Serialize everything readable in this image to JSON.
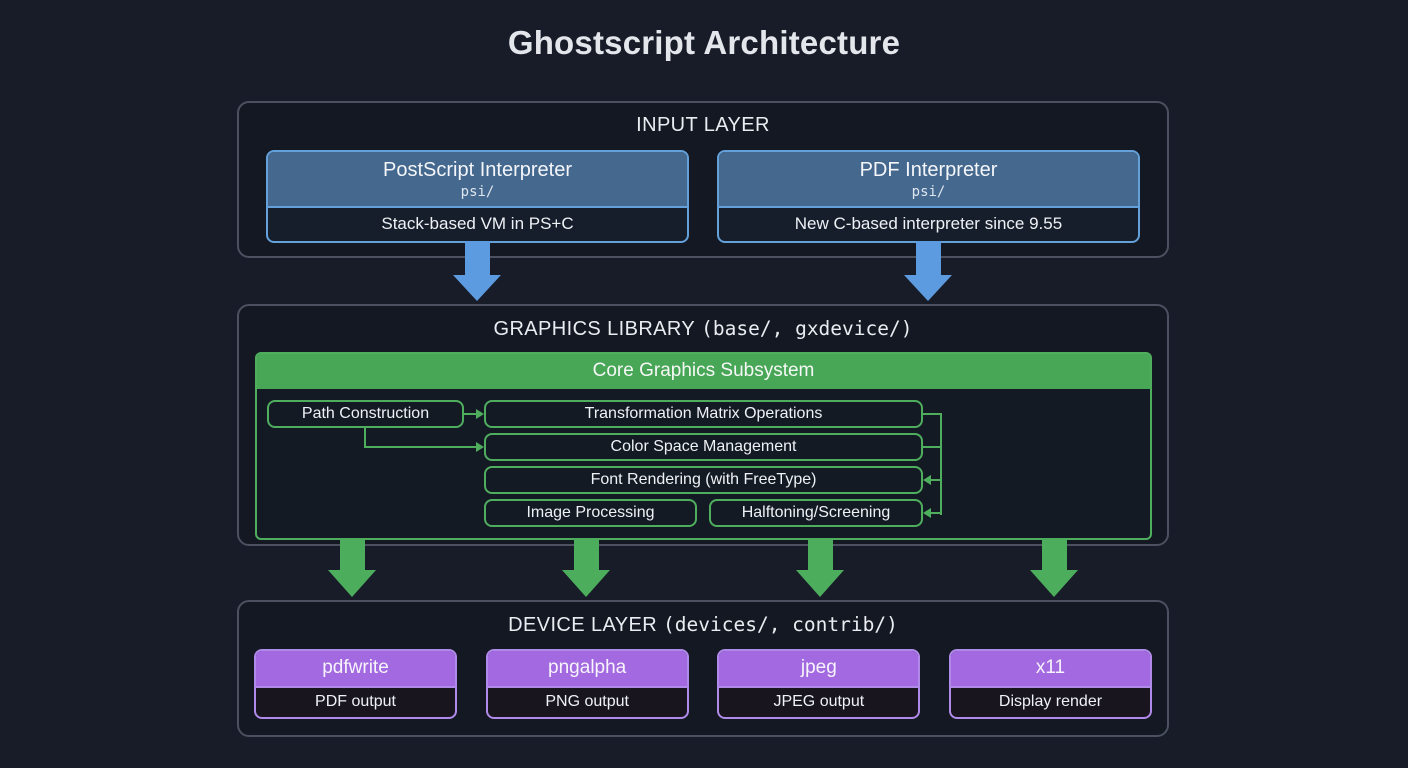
{
  "title": "Ghostscript Architecture",
  "colors": {
    "background": "#181c28",
    "panel_border": "#4b5160",
    "blue_accent": "#5d9be0",
    "blue_box_border": "#64a0da",
    "blue_header": "#45688f",
    "green_accent": "#4fae5e",
    "green_header": "#48a657",
    "green_arrow": "#4cae5c",
    "purple_border": "#b08ae8",
    "purple_header": "#a269e0"
  },
  "input_layer": {
    "title": "INPUT LAYER",
    "boxes": [
      {
        "name": "PostScript Interpreter",
        "path": "psi/",
        "description": "Stack-based VM in PS+C"
      },
      {
        "name": "PDF Interpreter",
        "path": "psi/",
        "description": "New C-based interpreter since 9.55"
      }
    ]
  },
  "graphics_layer": {
    "title": "GRAPHICS LIBRARY",
    "title_paths": "(base/, gxdevice/)",
    "subsystem": {
      "title": "Core Graphics Subsystem",
      "components": [
        "Path Construction",
        "Transformation Matrix Operations",
        "Color Space Management",
        "Font Rendering (with FreeType)",
        "Image Processing",
        "Halftoning/Screening"
      ]
    }
  },
  "device_layer": {
    "title": "DEVICE LAYER",
    "title_paths": "(devices/, contrib/)",
    "devices": [
      {
        "name": "pdfwrite",
        "description": "PDF output"
      },
      {
        "name": "pngalpha",
        "description": "PNG output"
      },
      {
        "name": "jpeg",
        "description": "JPEG output"
      },
      {
        "name": "x11",
        "description": "Display render"
      }
    ]
  }
}
